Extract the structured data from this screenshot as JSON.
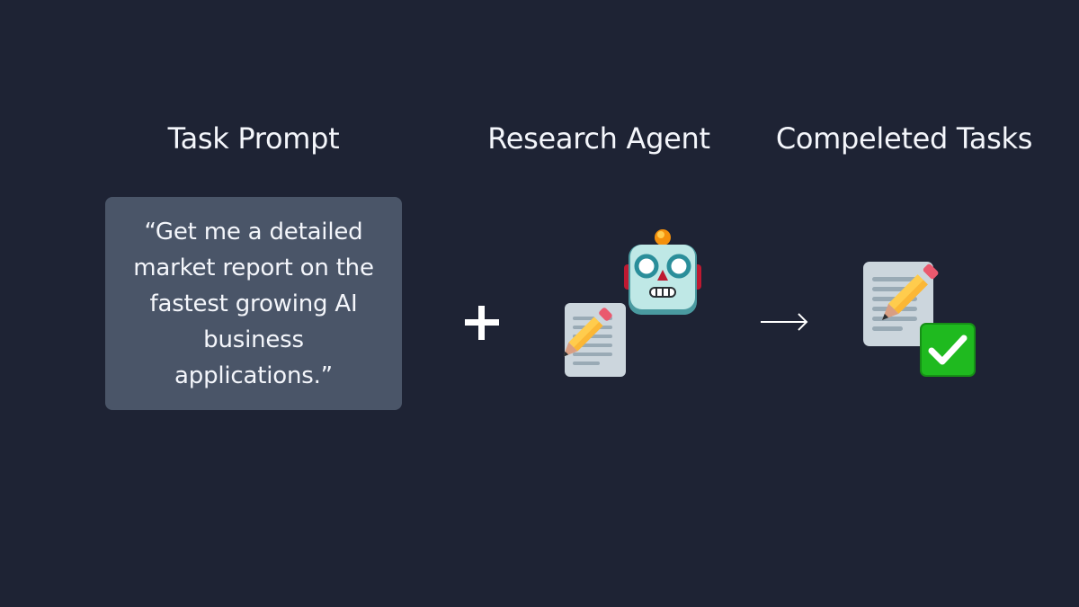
{
  "headings": {
    "task_prompt": "Task Prompt",
    "research_agent": "Research Agent",
    "completed_tasks": "Compeleted Tasks"
  },
  "prompt": {
    "text": "“Get me a detailed market report on the fastest growing AI business applications.”"
  },
  "operators": {
    "plus": "+",
    "arrow": "→"
  },
  "icons": {
    "agent": [
      "robot-icon",
      "memo-icon"
    ],
    "result": [
      "memo-icon",
      "check-mark-button-icon"
    ]
  },
  "colors": {
    "background": "#1e2334",
    "prompt_box": "#4a5568",
    "text": "#f4f6fb",
    "check_green": "#1fba1f"
  }
}
